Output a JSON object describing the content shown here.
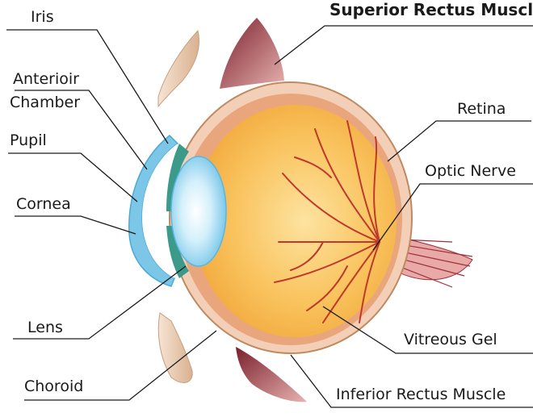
{
  "labels": {
    "iris": "Iris",
    "anterior_chamber_line1": "Anterioir",
    "anterior_chamber_line2": "Chamber",
    "pupil": "Pupil",
    "cornea": "Cornea",
    "lens": "Lens",
    "choroid": "Choroid",
    "superior_rectus": "Superior Rectus Muscle",
    "retina": "Retina",
    "optic_nerve": "Optic  Nerve",
    "vitreous_gel": "Vitreous Gel",
    "inferior_rectus": "Inferior Rectus Muscle"
  },
  "colors": {
    "vitreous": "#f7b84a",
    "sclera": "#f2c9b0",
    "vessels": "#c0392b",
    "lens": "#8fd3f0",
    "cornea": "#7cc7e8",
    "muscle": "#9b2f3a",
    "eyelid": "#e8c7a8"
  }
}
